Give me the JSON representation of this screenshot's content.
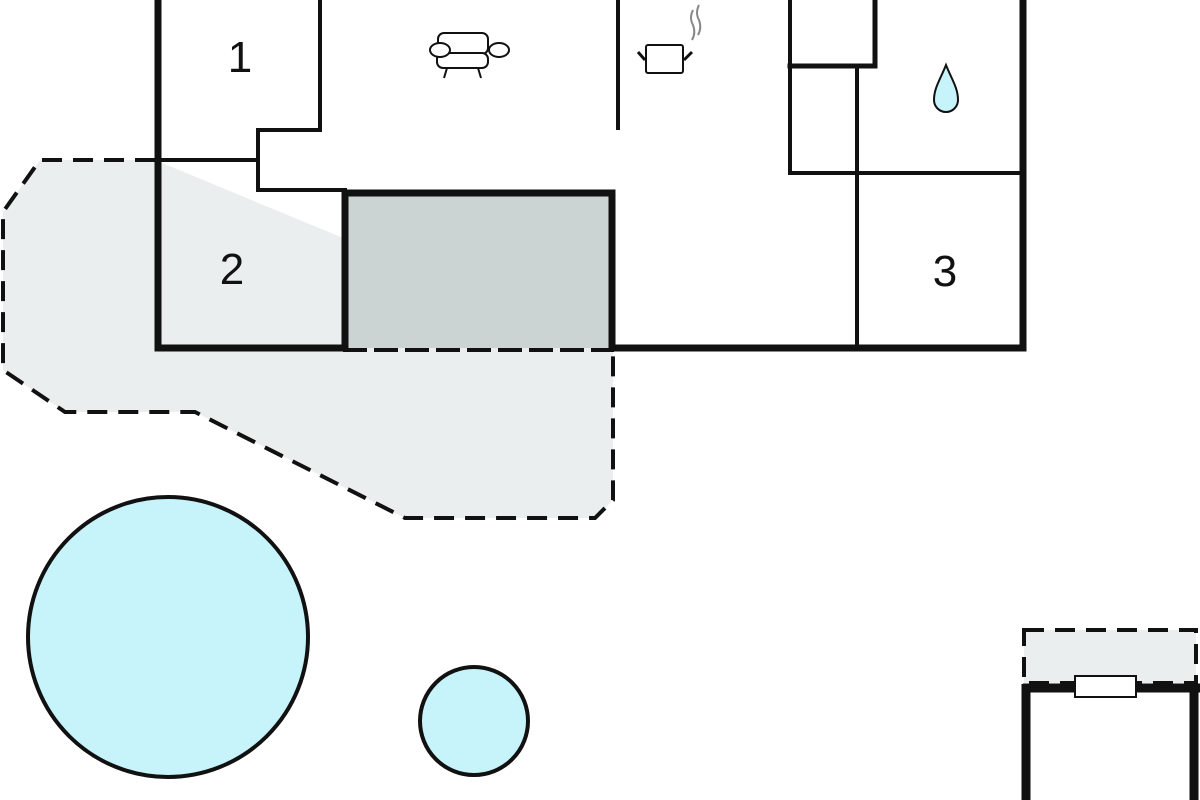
{
  "floor_plan": {
    "rooms": [
      {
        "id": "room-1",
        "label": "1"
      },
      {
        "id": "room-2",
        "label": "2"
      },
      {
        "id": "room-3",
        "label": "3"
      }
    ],
    "icons": [
      "armchair-icon",
      "cooking-pot-icon",
      "water-drop-icon"
    ],
    "colors": {
      "wall": "#111111",
      "terrace": "#ebeeee",
      "covered_area": "#cbd3d3",
      "pool": "#c7f3fb"
    }
  }
}
